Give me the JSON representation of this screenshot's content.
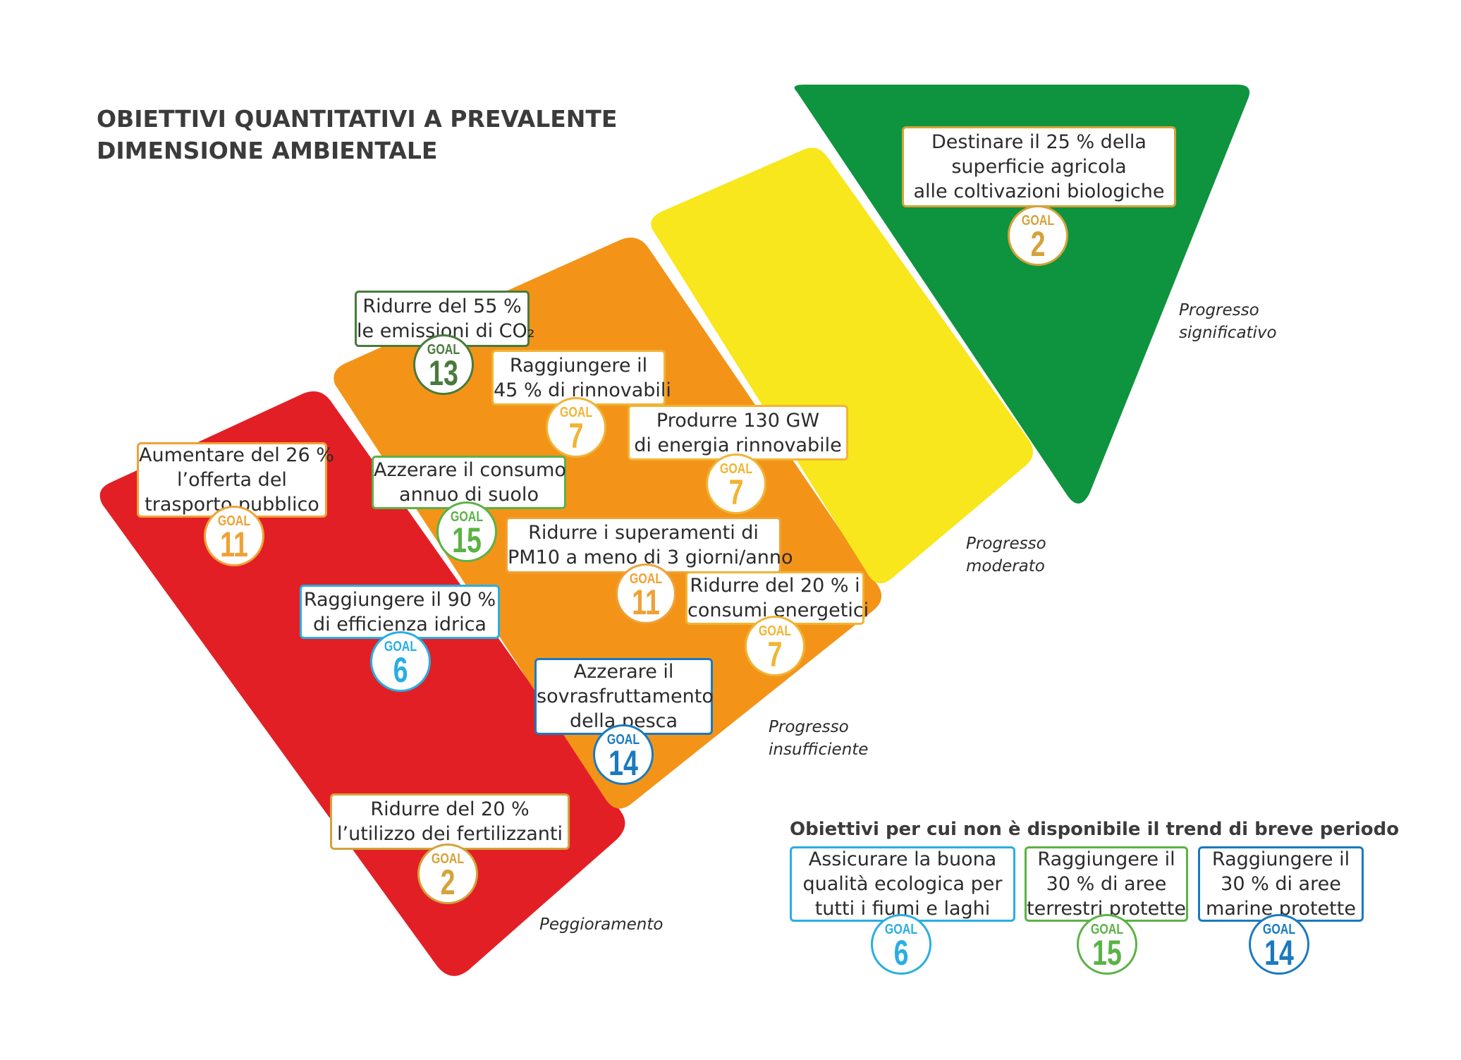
{
  "title": {
    "line1": "OBIETTIVI QUANTITATIVI A PREVALENTE",
    "line2": "DIMENSIONE AMBIENTALE"
  },
  "colors": {
    "red": "#e31f26",
    "orange": "#f39419",
    "yellow": "#f8e71c",
    "green": "#0e933f",
    "goal2": "#d4a33a",
    "goal6": "#29aee3",
    "goal7": "#f1b434",
    "goal11": "#f0a136",
    "goal13": "#487a3c",
    "goal14": "#1a7ac0",
    "goal15": "#5bb246"
  },
  "bands": {
    "red_label": "Peggioramento",
    "orange_label": [
      "Progresso",
      "insufficiente"
    ],
    "yellow_label": [
      "Progresso",
      "moderato"
    ],
    "green_label": [
      "Progresso",
      "significativo"
    ]
  },
  "goal_word": "GOAL",
  "targets": [
    {
      "id": "bio",
      "lines": [
        "Destinare il 25 % della",
        "superficie agricola",
        "alle coltivazioni biologiche"
      ],
      "goal": "2"
    },
    {
      "id": "co2",
      "lines": [
        "Ridurre del 55 %",
        "le emissioni di CO₂"
      ],
      "goal": "13"
    },
    {
      "id": "rinnovabili45",
      "lines": [
        "Raggiungere il",
        "45 % di rinnovabili"
      ],
      "goal": "7"
    },
    {
      "id": "gw130",
      "lines": [
        "Produrre 130 GW",
        "di energia rinnovabile"
      ],
      "goal": "7"
    },
    {
      "id": "trasporto",
      "lines": [
        "Aumentare del 26 %",
        "l’offerta del",
        "trasporto pubblico"
      ],
      "goal": "11"
    },
    {
      "id": "suolo",
      "lines": [
        "Azzerare il consumo",
        "annuo di suolo"
      ],
      "goal": "15"
    },
    {
      "id": "pm10",
      "lines": [
        "Ridurre i superamenti di",
        "PM10 a meno di 3 giorni/anno"
      ],
      "goal": "11"
    },
    {
      "id": "consumi",
      "lines": [
        "Ridurre del 20 % i",
        "consumi energetici"
      ],
      "goal": "7"
    },
    {
      "id": "idrica",
      "lines": [
        "Raggiungere il 90 %",
        "di efficienza idrica"
      ],
      "goal": "6"
    },
    {
      "id": "pesca",
      "lines": [
        "Azzerare il",
        "sovrasfruttamento",
        "della pesca"
      ],
      "goal": "14"
    },
    {
      "id": "fertilizzanti",
      "lines": [
        "Ridurre del 20 %",
        "l’utilizzo dei fertilizzanti"
      ],
      "goal": "2"
    }
  ],
  "no_trend": {
    "title": "Obiettivi per cui non è disponibile il trend di breve periodo",
    "items": [
      {
        "id": "fiumi",
        "lines": [
          "Assicurare la buona",
          "qualità ecologica per",
          "tutti i fiumi e laghi"
        ],
        "goal": "6"
      },
      {
        "id": "terrestri",
        "lines": [
          "Raggiungere il",
          "30 % di aree",
          "terrestri protette"
        ],
        "goal": "15"
      },
      {
        "id": "marine",
        "lines": [
          "Raggiungere il",
          "30 % di aree",
          "marine protette"
        ],
        "goal": "14"
      }
    ]
  }
}
